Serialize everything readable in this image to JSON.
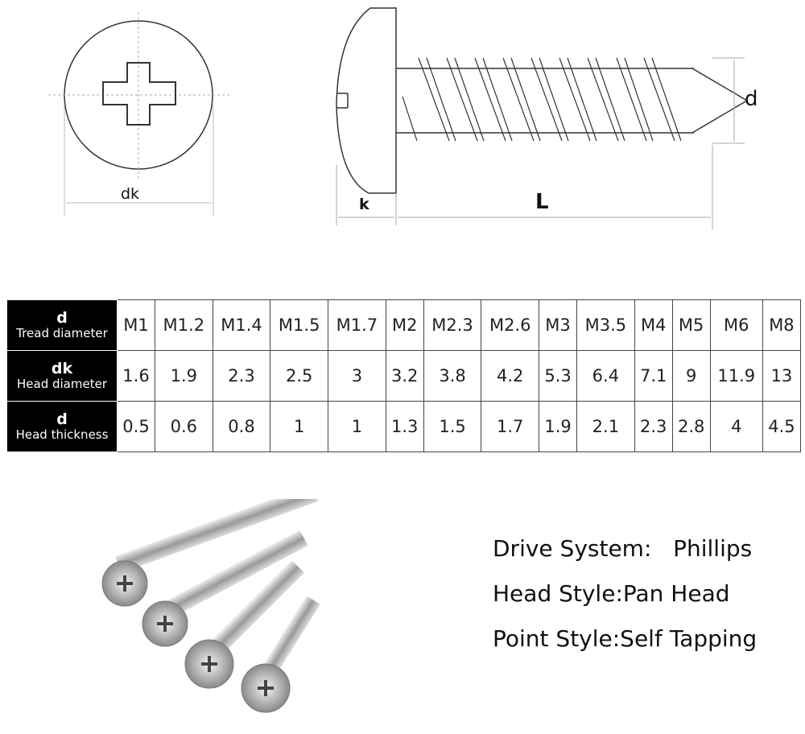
{
  "diagram": {
    "labels": {
      "head_diameter": "dk",
      "head_thickness": "k",
      "length": "L",
      "thread_diameter": "d"
    }
  },
  "table": {
    "rows": [
      {
        "symbol": "d",
        "name": "Tread diameter",
        "values": [
          "M1",
          "M1.2",
          "M1.4",
          "M1.5",
          "M1.7",
          "M2",
          "M2.3",
          "M2.6",
          "M3",
          "M3.5",
          "M4",
          "M5",
          "M6",
          "M8"
        ]
      },
      {
        "symbol": "dk",
        "name": "Head diameter",
        "values": [
          "1.6",
          "1.9",
          "2.3",
          "2.5",
          "3",
          "3.2",
          "3.8",
          "4.2",
          "5.3",
          "6.4",
          "7.1",
          "9",
          "11.9",
          "13"
        ]
      },
      {
        "symbol": "d",
        "name": "Head thickness",
        "values": [
          "0.5",
          "0.6",
          "0.8",
          "1",
          "1",
          "1.3",
          "1.5",
          "1.7",
          "1.9",
          "2.1",
          "2.3",
          "2.8",
          "4",
          "4.5"
        ]
      }
    ]
  },
  "specs": [
    {
      "label": "Drive System:   Phillips"
    },
    {
      "label": "Head Style:Pan Head"
    },
    {
      "label": "Point Style:Self Tapping"
    }
  ]
}
